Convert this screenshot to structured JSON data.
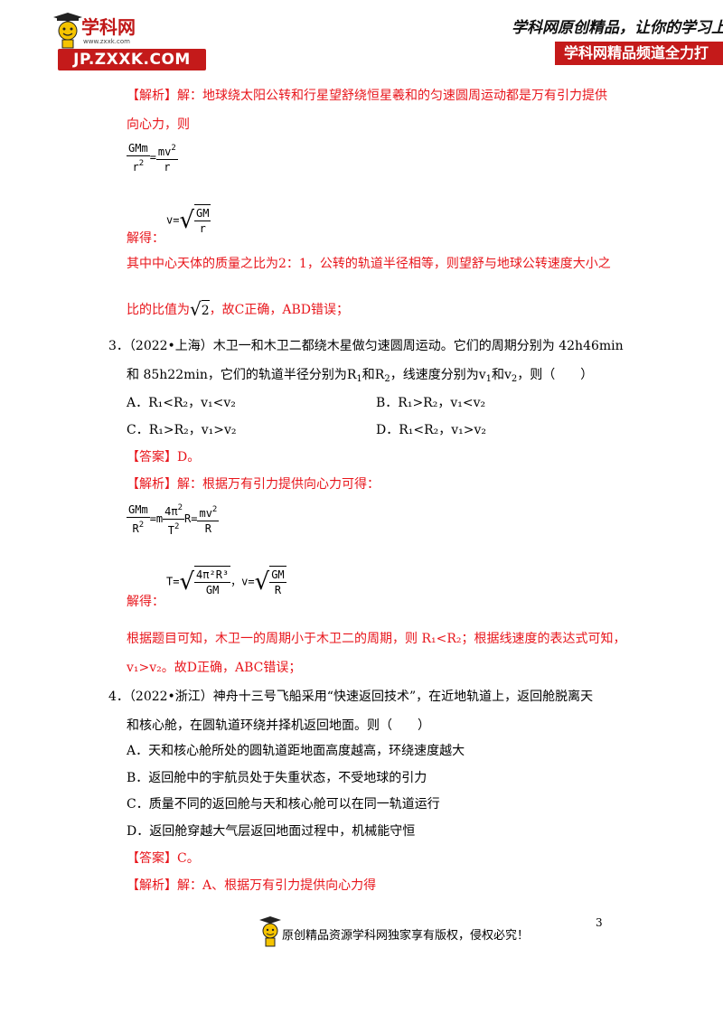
{
  "header": {
    "logo_title": "学科网",
    "logo_url_small": "www.zxxk.com",
    "logo_url_big": "JP.ZXXK.COM",
    "slogan": "学科网原创精品，让你的学习上最",
    "banner": "学科网精品频道全力打"
  },
  "q2_analysis": {
    "tag": "【解析】",
    "line1": "解：地球绕太阳公转和行星望舒绕恒星羲和的匀速圆周运动都是万有引力提供",
    "line2": "向心力，则",
    "formula1": {
      "num_left": "GMm",
      "den_left": "r",
      "den_left_exp": "2",
      "num_right": "mv",
      "num_right_exp": "2",
      "den_right": "r",
      "eq": "="
    },
    "solve_label": "解得：",
    "formula2": {
      "lhs": "v=",
      "num": "GM",
      "den": "r"
    },
    "line3": "其中中心天体的质量之比为2：1，公转的轨道半径相等，则望舒与地球公转速度大小之",
    "line4a": "比的比值为",
    "line4_sqrt": "2",
    "line4b": "，故C正确，ABD错误；"
  },
  "q3": {
    "stem1": "3．（2022•上海）木卫一和木卫二都绕木星做匀速圆周运动。它们的周期分别为 42h46min",
    "stem2a": "和 85h22min，它们的轨道半径分别为R",
    "stem2b": "和R",
    "stem2c": "，线速度分别为v",
    "stem2d": "和v",
    "stem2e": "，则（　　）",
    "sub1": "1",
    "sub2": "2",
    "optA": "A．R₁<R₂，v₁<v₂",
    "optB": "B．R₁>R₂，v₁<v₂",
    "optC": "C．R₁>R₂，v₁>v₂",
    "optD": "D．R₁<R₂，v₁>v₂",
    "answer_tag": "【答案】",
    "answer": "D。",
    "analysis_tag": "【解析】",
    "analysis1": "解：根据万有引力提供向心力可得：",
    "formula3": {
      "a_num": "GMm",
      "a_den": "R",
      "a_den_exp": "2",
      "eq1": "=m",
      "b_num": "4π",
      "b_num_exp": "2",
      "b_den": "T",
      "b_den_exp": "2",
      "mid": "R=",
      "c_num": "mv",
      "c_num_exp": "2",
      "c_den": "R"
    },
    "solve_label": "解得：",
    "formula4": {
      "lhs": "T=",
      "num": "4π²R³",
      "den": "GM",
      "sep": "，",
      "lhs2": "v=",
      "num2": "GM",
      "den2": "R"
    },
    "analysis2": "根据题目可知，木卫一的周期小于木卫二的周期，则 R₁<R₂；根据线速度的表达式可知，",
    "analysis3": "v₁>v₂。故D正确，ABC错误；"
  },
  "q4": {
    "stem1": "4．（2022•浙江）神舟十三号飞船采用“快速返回技术”，在近地轨道上，返回舱脱离天",
    "stem2": "和核心舱，在圆轨道环绕并择机返回地面。则（　　）",
    "optA": "A．天和核心舱所处的圆轨道距地面高度越高，环绕速度越大",
    "optB": "B．返回舱中的宇航员处于失重状态，不受地球的引力",
    "optC": "C．质量不同的返回舱与天和核心舱可以在同一轨道运行",
    "optD": "D．返回舱穿越大气层返回地面过程中，机械能守恒",
    "answer_tag": "【答案】",
    "answer": "C。",
    "analysis_tag": "【解析】",
    "analysis1": "解：A、根据万有引力提供向心力得"
  },
  "footer": {
    "page_number": "3",
    "text": "原创精品资源学科网独家享有版权，侵权必究！"
  },
  "colors": {
    "accent_red": "#e8151b",
    "brand_red": "#c41a1a"
  }
}
